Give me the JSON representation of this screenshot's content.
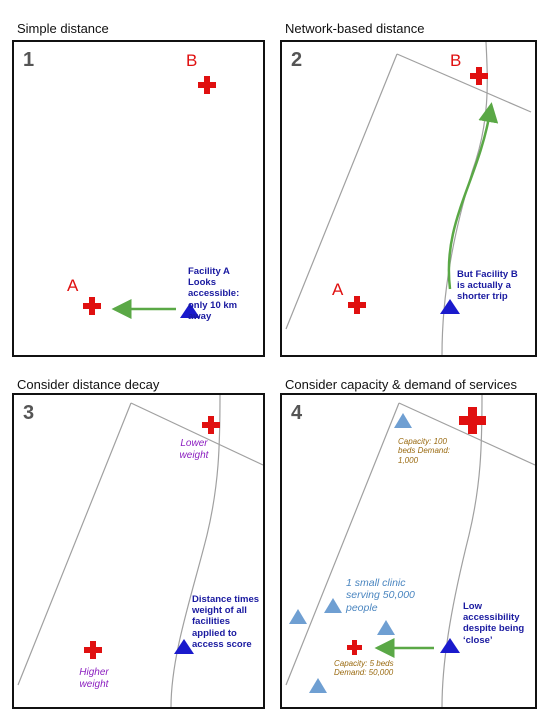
{
  "panels": [
    {
      "title": "Simple distance",
      "number": "1",
      "labels": {
        "a": "A",
        "b": "B",
        "note": "Facility A Looks accessible: only 10 km away"
      }
    },
    {
      "title": "Network-based distance",
      "number": "2",
      "labels": {
        "a": "A",
        "b": "B",
        "note": "But Facility B is actually a shorter trip"
      }
    },
    {
      "title": "Consider distance decay",
      "number": "3",
      "labels": {
        "lower": "Lower weight",
        "higher": "Higher weight",
        "note": "Distance times weight of all facilities applied to access score"
      }
    },
    {
      "title": "Consider capacity & demand of services",
      "number": "4",
      "labels": {
        "cap_big": "Capacity: 100 beds Demand: 1,000",
        "cap_small": "Capacity: 5 beds Demand: 50,000",
        "clinic": "1 small clinic serving 50,000 people",
        "note": "Low accessibility despite being ‘close’"
      }
    }
  ],
  "colors": {
    "facility": "#e01010",
    "person": "#1a1acc",
    "light_person": "#6f9fd2",
    "arrow": "#5aa846",
    "road": "#a0a0a0"
  },
  "icons": [
    "red-cross-icon",
    "blue-triangle-icon",
    "green-arrow-icon"
  ]
}
